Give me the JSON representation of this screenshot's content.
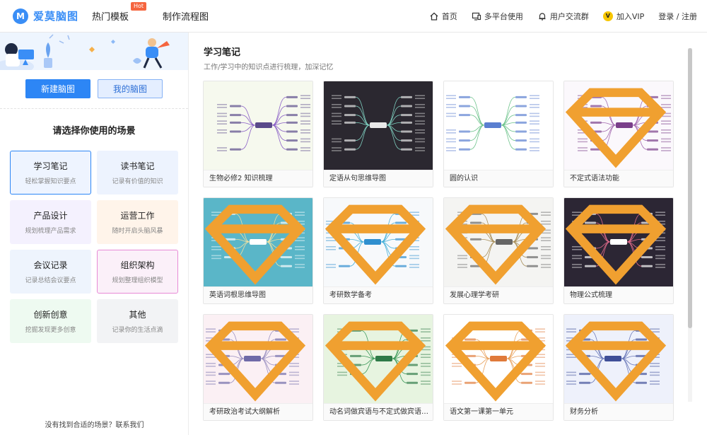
{
  "app": {
    "logo_mark": "M",
    "name": "爱莫脑图"
  },
  "nav": {
    "hot_templates": "热门模板",
    "hot_badge": "Hot",
    "make_flowchart": "制作流程图",
    "home": "首页",
    "multi_platform": "多平台使用",
    "user_group": "用户交流群",
    "vip_mark": "V",
    "join_vip": "加入VIP",
    "login": "登录 / 注册"
  },
  "sidebar": {
    "new_mindmap": "新建脑图",
    "my_mindmaps": "我的脑图",
    "prompt": "请选择你使用的场景",
    "scenes": [
      {
        "title": "学习笔记",
        "sub": "轻松掌握知识要点",
        "bg": "#eef4ff",
        "selected": true
      },
      {
        "title": "读书笔记",
        "sub": "记录有价值的知识",
        "bg": "#edf3fe",
        "selected": false
      },
      {
        "title": "产品设计",
        "sub": "规划梳理产品需求",
        "bg": "#f4f1fe",
        "selected": false
      },
      {
        "title": "运营工作",
        "sub": "随时开启头脑风暴",
        "bg": "#fff4ea",
        "selected": false
      },
      {
        "title": "会议记录",
        "sub": "记录总结会议要点",
        "bg": "#eef4fd",
        "selected": false
      },
      {
        "title": "组织架构",
        "sub": "规划整理组织模型",
        "bg": "#fbf0f9",
        "selected": false
      },
      {
        "title": "创新创意",
        "sub": "挖掘发现更多创意",
        "bg": "#eefaf1",
        "selected": false
      },
      {
        "title": "其他",
        "sub": "记录你的生活点滴",
        "bg": "#f2f3f5",
        "selected": false
      }
    ],
    "footer": "没有找到合适的场景？联系我们"
  },
  "main": {
    "title": "学习笔记",
    "desc": "工作/学习中的知识点进行梳理，加深记忆",
    "templates": [
      {
        "title": "生物必修2 知识梳理",
        "bg": "#f6f9ee",
        "line": "#8a5fc6",
        "node": "#5a4a8a",
        "vip": false
      },
      {
        "title": "定语从句思维导图",
        "bg": "#2b2830",
        "line": "#7fd0c0",
        "node": "#e9e9e9",
        "vip": false
      },
      {
        "title": "圆的认识",
        "bg": "#ffffff",
        "line": "#6cc38a",
        "node": "#5a7fd0",
        "vip": false
      },
      {
        "title": "不定式语法功能",
        "bg": "#fbf8fc",
        "line": "#a46ab0",
        "node": "#7a3f8a",
        "vip": true
      },
      {
        "title": "英语词根思维导图",
        "bg": "#5ab6c8",
        "line": "#f0e0a0",
        "node": "#ffffff",
        "vip": true
      },
      {
        "title": "考研数学备考",
        "bg": "#f7f9fb",
        "line": "#46b0d8",
        "node": "#2f8fcf",
        "vip": true
      },
      {
        "title": "发展心理学考研",
        "bg": "#f4f4f2",
        "line": "#a88f5a",
        "node": "#666666",
        "vip": true
      },
      {
        "title": "物理公式梳理",
        "bg": "#2c2634",
        "line": "#e06a8a",
        "node": "#ffffff",
        "vip": true
      },
      {
        "title": "考研政治考试大纲解析",
        "bg": "#fbf0f4",
        "line": "#9a8fc0",
        "node": "#6f6aa8",
        "vip": true
      },
      {
        "title": "动名词做宾语与不定式做宾语的区别",
        "bg": "#e7f4e0",
        "line": "#3e9a5a",
        "node": "#2f7a48",
        "vip": true
      },
      {
        "title": "语文第一课第一单元",
        "bg": "#ffffff",
        "line": "#e8a05a",
        "node": "#e07a3a",
        "vip": true
      },
      {
        "title": "财务分析",
        "bg": "#eef1fb",
        "line": "#6a78b8",
        "node": "#3f4f98",
        "vip": true
      }
    ]
  },
  "colors": {
    "accent": "#2d86f5",
    "hot": "#f5653f",
    "vip": "#f7c600"
  },
  "icons": {
    "home": "home-icon",
    "multi_platform": "monitor-icon",
    "user_group": "bell-icon",
    "vip": "vip-icon",
    "card_vip": "diamond-icon"
  }
}
